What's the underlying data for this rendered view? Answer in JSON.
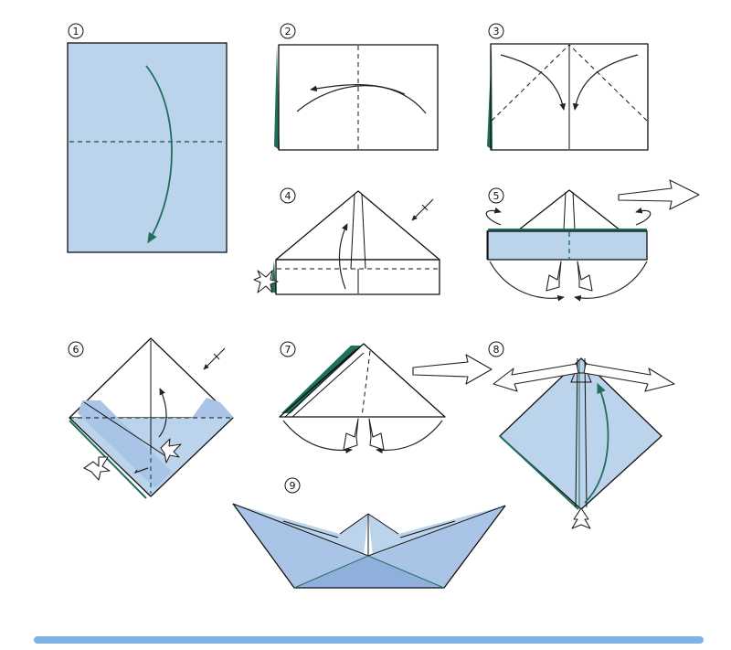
{
  "steps": [
    {
      "number": "1"
    },
    {
      "number": "2"
    },
    {
      "number": "3"
    },
    {
      "number": "4"
    },
    {
      "number": "5"
    },
    {
      "number": "6"
    },
    {
      "number": "7"
    },
    {
      "number": "8"
    },
    {
      "number": "9"
    }
  ],
  "colors": {
    "paper_blue": "#bcd3ec",
    "paper_blue_dark": "#8fb0dc",
    "fold_green": "#1f6f5c",
    "bottom_bar": "#7fb2e3"
  },
  "icons": [
    "circled-number-icon",
    "fold-arrow-icon",
    "hollow-push-arrow-icon",
    "mountain-fold-mark-icon"
  ]
}
